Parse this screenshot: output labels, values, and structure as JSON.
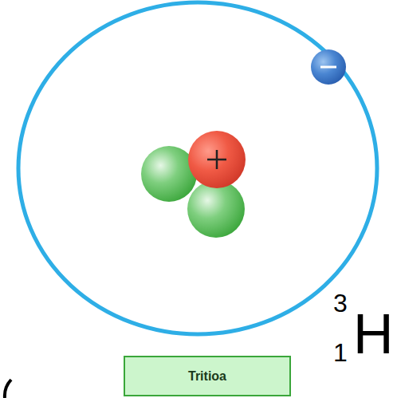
{
  "diagram": {
    "nodes": [
      {
        "text": [
          "Tritioa"
        ]
      }
    ],
    "labels": [
      "3",
      "1",
      "H"
    ]
  }
}
